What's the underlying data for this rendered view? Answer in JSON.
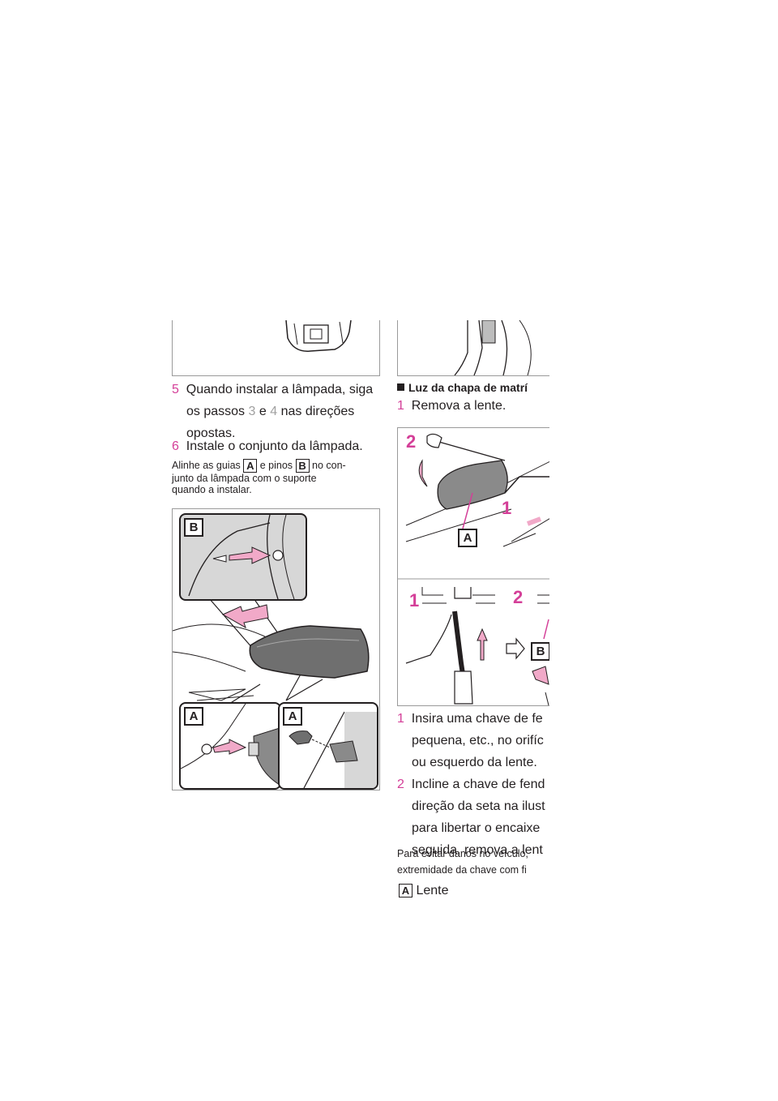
{
  "left": {
    "step5": {
      "num": "5",
      "text1": "Quando instalar a lâmpada, siga",
      "text2a": "os passos",
      "ref3": "3",
      "text2b": "e",
      "ref4": "4",
      "text2c": "nas direções",
      "text3": "opostas."
    },
    "step6": {
      "num": "6",
      "text": "Instale o conjunto da lâmpada."
    },
    "note": {
      "a": "Alinhe as guias",
      "badgeA": "A",
      "b": "e pinos",
      "badgeB": "B",
      "c": "no con-",
      "line2": "junto da lâmpada com o suporte",
      "line3": "quando a instalar."
    },
    "figure": {
      "callout_b": "B",
      "callout_a1": "A",
      "callout_a2": "A"
    }
  },
  "right": {
    "heading": "Luz da chapa de matrí",
    "step1": {
      "num": "1",
      "text": "Remova a lente."
    },
    "figure": {
      "num2": "2",
      "num1": "1",
      "label_a": "A",
      "num1b": "1",
      "num2b": "2",
      "label_b": "B"
    },
    "sub1": {
      "num": "1",
      "line1": "Insira uma chave de fe",
      "line2": "pequena, etc., no orifíc",
      "line3": "ou esquerdo da lente."
    },
    "sub2": {
      "num": "2",
      "line1": "Incline a chave de fend",
      "line2": "direção da seta na ilust",
      "line3": "para libertar o encaixe",
      "line4": "seguida, remova a lent"
    },
    "note1": "Para evitar danos no veículo,",
    "note2": "extremidade da chave com fi",
    "legend": {
      "badge": "A",
      "text": "Lente"
    }
  },
  "colors": {
    "accent": "#d43f98",
    "arrow": "#f1a9c8",
    "text": "#231f20"
  }
}
